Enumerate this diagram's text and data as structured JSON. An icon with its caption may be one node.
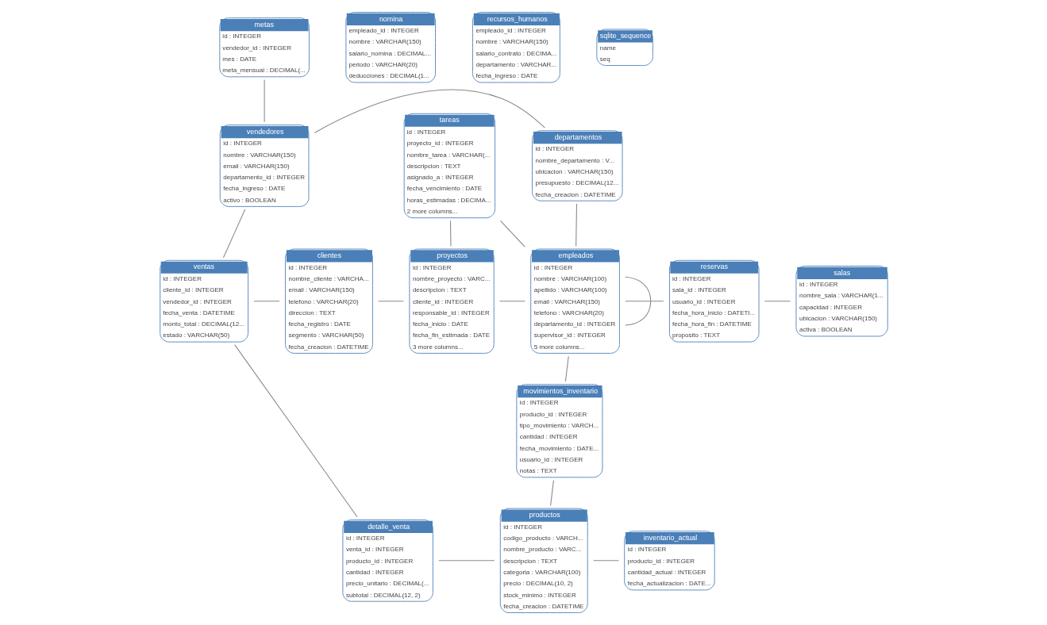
{
  "diagram": {
    "nodes": [
      {
        "text": [
          "metas",
          "id : INTEGER",
          "vendedor_id : INTEGER",
          "mes : DATE",
          "meta_mensual : DECIMAL(..."
        ]
      },
      {
        "text": [
          "vendedores",
          "id : INTEGER",
          "nombre : VARCHAR(150)",
          "email : VARCHAR(150)",
          "departamento_id : INTEGER",
          "fecha_ingreso : DATE",
          "activo : BOOLEAN"
        ]
      },
      {
        "text": [
          "departamentos",
          "id : INTEGER",
          "nombre_departamento : V...",
          "ubicacion : VARCHAR(150)",
          "presupuesto : DECIMAL(12...",
          "fecha_creacion : DATETIME"
        ]
      },
      {
        "text": [
          "tareas",
          "id : INTEGER",
          "proyecto_id : INTEGER",
          "nombre_tarea : VARCHAR(...",
          "descripcion : TEXT",
          "asignado_a : INTEGER",
          "fecha_vencimiento : DATE",
          "horas_estimadas : DECIMA...",
          "2 more columns..."
        ]
      },
      {
        "text": [
          "empleados",
          "id : INTEGER",
          "nombre : VARCHAR(100)",
          "apellido : VARCHAR(100)",
          "email : VARCHAR(150)",
          "telefono : VARCHAR(20)",
          "departamento_id : INTEGER",
          "supervisor_id : INTEGER",
          "5 more columns..."
        ]
      },
      {
        "text": [
          "reservas",
          "id : INTEGER",
          "sala_id : INTEGER",
          "usuario_id : INTEGER",
          "fecha_hora_inicio : DATETI...",
          "fecha_hora_fin : DATETIME",
          "proposito : TEXT"
        ]
      },
      {
        "text": [
          "salas",
          "id : INTEGER",
          "nombre_sala : VARCHAR(1...",
          "capacidad : INTEGER",
          "ubicacion : VARCHAR(150)",
          "activa : BOOLEAN"
        ]
      },
      {
        "text": [
          "ventas",
          "id : INTEGER",
          "cliente_id : INTEGER",
          "vendedor_id : INTEGER",
          "fecha_venta : DATETIME",
          "monto_total : DECIMAL(12...",
          "estado : VARCHAR(50)"
        ]
      },
      {
        "text": [
          "clientes",
          "id : INTEGER",
          "nombre_cliente : VARCHA...",
          "email : VARCHAR(150)",
          "telefono : VARCHAR(20)",
          "direccion : TEXT",
          "fecha_registro : DATE",
          "segmento : VARCHAR(50)",
          "fecha_creacion : DATETIME"
        ]
      },
      {
        "text": [
          "proyectos",
          "id : INTEGER",
          "nombre_proyecto : VARC...",
          "descripcion : TEXT",
          "cliente_id : INTEGER",
          "responsable_id : INTEGER",
          "fecha_inicio : DATE",
          "fecha_fin_estimada : DATE",
          "3 more columns..."
        ]
      },
      {
        "text": [
          "movimientos_inventario",
          "id : INTEGER",
          "producto_id : INTEGER",
          "tipo_movimiento : VARCH...",
          "cantidad : INTEGER",
          "fecha_movimiento : DATE...",
          "usuario_id : INTEGER",
          "notas : TEXT"
        ]
      },
      {
        "text": [
          "detalle_venta",
          "id : INTEGER",
          "venta_id : INTEGER",
          "producto_id : INTEGER",
          "cantidad : INTEGER",
          "precio_unitario : DECIMAL(...",
          "subtotal : DECIMAL(12, 2)"
        ]
      },
      {
        "text": [
          "productos",
          "id : INTEGER",
          "codigo_producto : VARCH...",
          "nombre_producto : VARC...",
          "descripcion : TEXT",
          "categoria : VARCHAR(100)",
          "precio : DECIMAL(10, 2)",
          "stock_minimo : INTEGER",
          "fecha_creacion : DATETIME"
        ]
      },
      {
        "text": [
          "inventario_actual",
          "id : INTEGER",
          "producto_id : INTEGER",
          "cantidad_actual : INTEGER",
          "fecha_actualizacion : DATE..."
        ]
      },
      {
        "text": [
          "nomina",
          "empleado_id : INTEGER",
          "nombre : VARCHAR(150)",
          "salario_nomina : DECIMAL...",
          "periodo : VARCHAR(20)",
          "deducciones : DECIMAL(1..."
        ]
      },
      {
        "text": [
          "recursos_humanos",
          "empleado_id : INTEGER",
          "nombre : VARCHAR(150)",
          "salario_contrato : DECIMA...",
          "departamento : VARCHAR...",
          "fecha_ingreso : DATE"
        ]
      },
      {
        "text": [
          "sqlite_sequence",
          "name",
          "seq"
        ]
      }
    ],
    "edges": [
      {
        "from": 0,
        "to": 1,
        "arrow": "none"
      },
      {
        "from": 1,
        "to": 2,
        "arrow": "none"
      },
      {
        "from": 1,
        "to": 7,
        "arrow": "none"
      },
      {
        "from": 7,
        "to": 8,
        "arrow": "none"
      },
      {
        "from": 7,
        "to": 11,
        "arrow": "none"
      },
      {
        "from": 8,
        "to": 9,
        "arrow": "none"
      },
      {
        "from": 3,
        "to": 9,
        "arrow": "none"
      },
      {
        "from": 3,
        "to": 4,
        "arrow": "none"
      },
      {
        "from": 9,
        "to": 4,
        "arrow": "none"
      },
      {
        "from": 2,
        "to": 4,
        "arrow": "none"
      },
      {
        "from": 4,
        "to": 4,
        "arrow": "none"
      },
      {
        "from": 4,
        "to": 5,
        "arrow": "none"
      },
      {
        "from": 5,
        "to": 6,
        "arrow": "none"
      },
      {
        "from": 4,
        "to": 10,
        "arrow": "none"
      },
      {
        "from": 10,
        "to": 12,
        "arrow": "none"
      },
      {
        "from": 11,
        "to": 12,
        "arrow": "none"
      },
      {
        "from": 12,
        "to": 13,
        "arrow": "none"
      }
    ]
  }
}
